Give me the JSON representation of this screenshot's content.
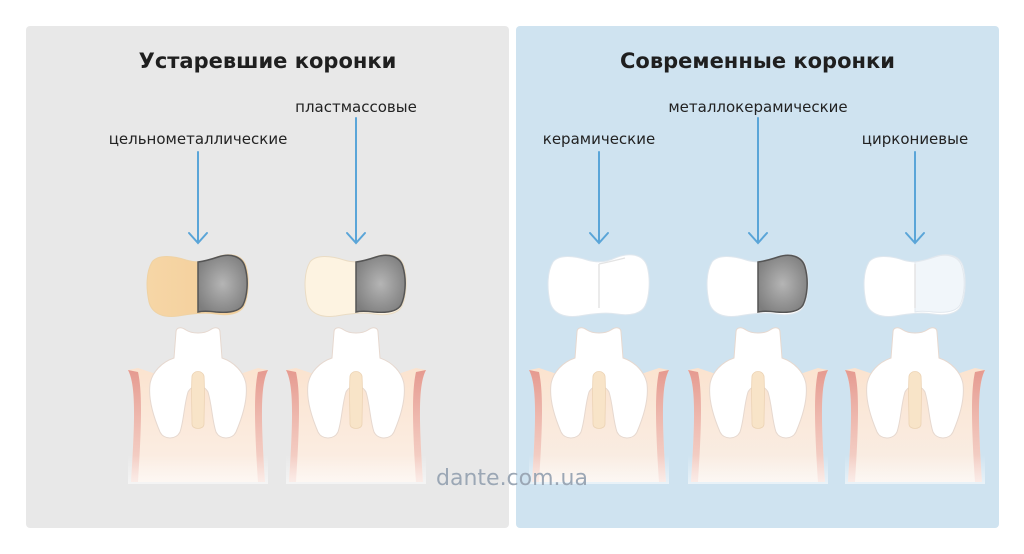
{
  "panels": {
    "outdated": {
      "title": "Устаревшие коронки",
      "crowns": [
        {
          "label": "цельнометаллические"
        },
        {
          "label": "пластмассовые"
        }
      ]
    },
    "modern": {
      "title": "Современные коронки",
      "crowns": [
        {
          "label": "керамические"
        },
        {
          "label": "металлокерамические"
        },
        {
          "label": "циркониевые"
        }
      ]
    }
  },
  "watermark": "dante.com.ua",
  "colors": {
    "outdated_bg": "#e8e8e8",
    "modern_bg": "#cfe3f0",
    "arrow": "#5aa5d8",
    "metal": "#8f8f8f",
    "gum": "#e7a9a0",
    "gold_crown": "#f6d6a6",
    "plastic_crown": "#fdf3e1"
  }
}
